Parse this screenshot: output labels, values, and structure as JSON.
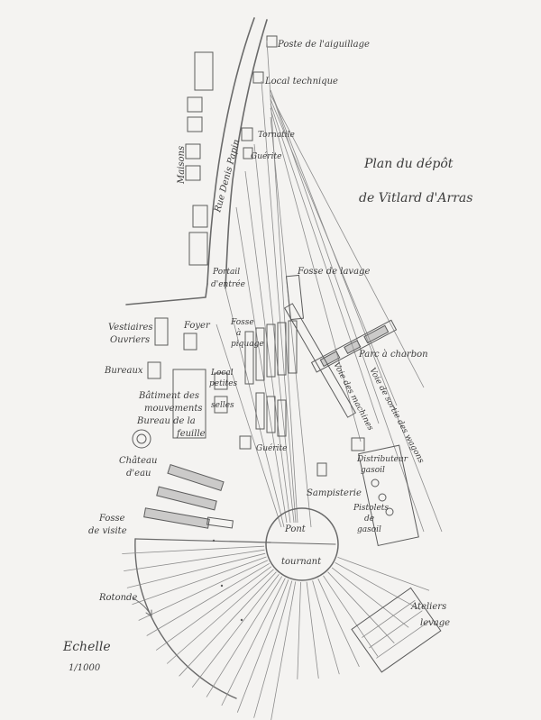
{
  "title": {
    "line1": "Plan du dépôt",
    "line2": "de Vitlard d'Arras"
  },
  "scale": {
    "label": "Echelle",
    "value": "1/1000"
  },
  "labels": {
    "poste_aiguillage": "Poste de l'aiguillage",
    "local_technique": "Local technique",
    "maisons": "Maisons",
    "rue": "Rue Denis Papin",
    "guerite": "Guérite",
    "tornatile": "Tornatile",
    "portail_line1": "Portail",
    "portail_line2": "d'entrée",
    "fosse_lavage": "Fosse de lavage",
    "vestiaires_line1": "Vestiaires",
    "vestiaires_line2": "Ouvriers",
    "foyer": "Foyer",
    "fosse_piquage_line1": "Fosse",
    "fosse_piquage_line2": "à",
    "fosse_piquage_line3": "piquage",
    "parc_charbon": "Parc à charbon",
    "voie_wagons": "Voie de sortie des wagons",
    "voie_machines": "Voie des machines",
    "bureaux": "Bureaux",
    "local_petites_line1": "Local",
    "local_petites_line2": "petites",
    "local_petites_line3": "selles",
    "batiment_line1": "Bâtiment des",
    "batiment_line2": "mouvements",
    "batiment_line3": "Bureau de la",
    "batiment_line4": "feuille",
    "guerite2": "Guérite",
    "chateau_line1": "Château",
    "chateau_line2": "d'eau",
    "distributeur_line1": "Distributeur",
    "distributeur_line2": "gasoil",
    "sampisterie": "Sampisterie",
    "pistolets_line1": "Pistolets",
    "pistolets_line2": "de",
    "pistolets_line3": "gasoil",
    "fosse_visite_line1": "Fosse",
    "fosse_visite_line2": "de visite",
    "pont_line1": "Pont",
    "pont_line2": "tournant",
    "rotonde": "Rotonde",
    "ateliers_line1": "Ateliers",
    "ateliers_line2": "levage"
  }
}
